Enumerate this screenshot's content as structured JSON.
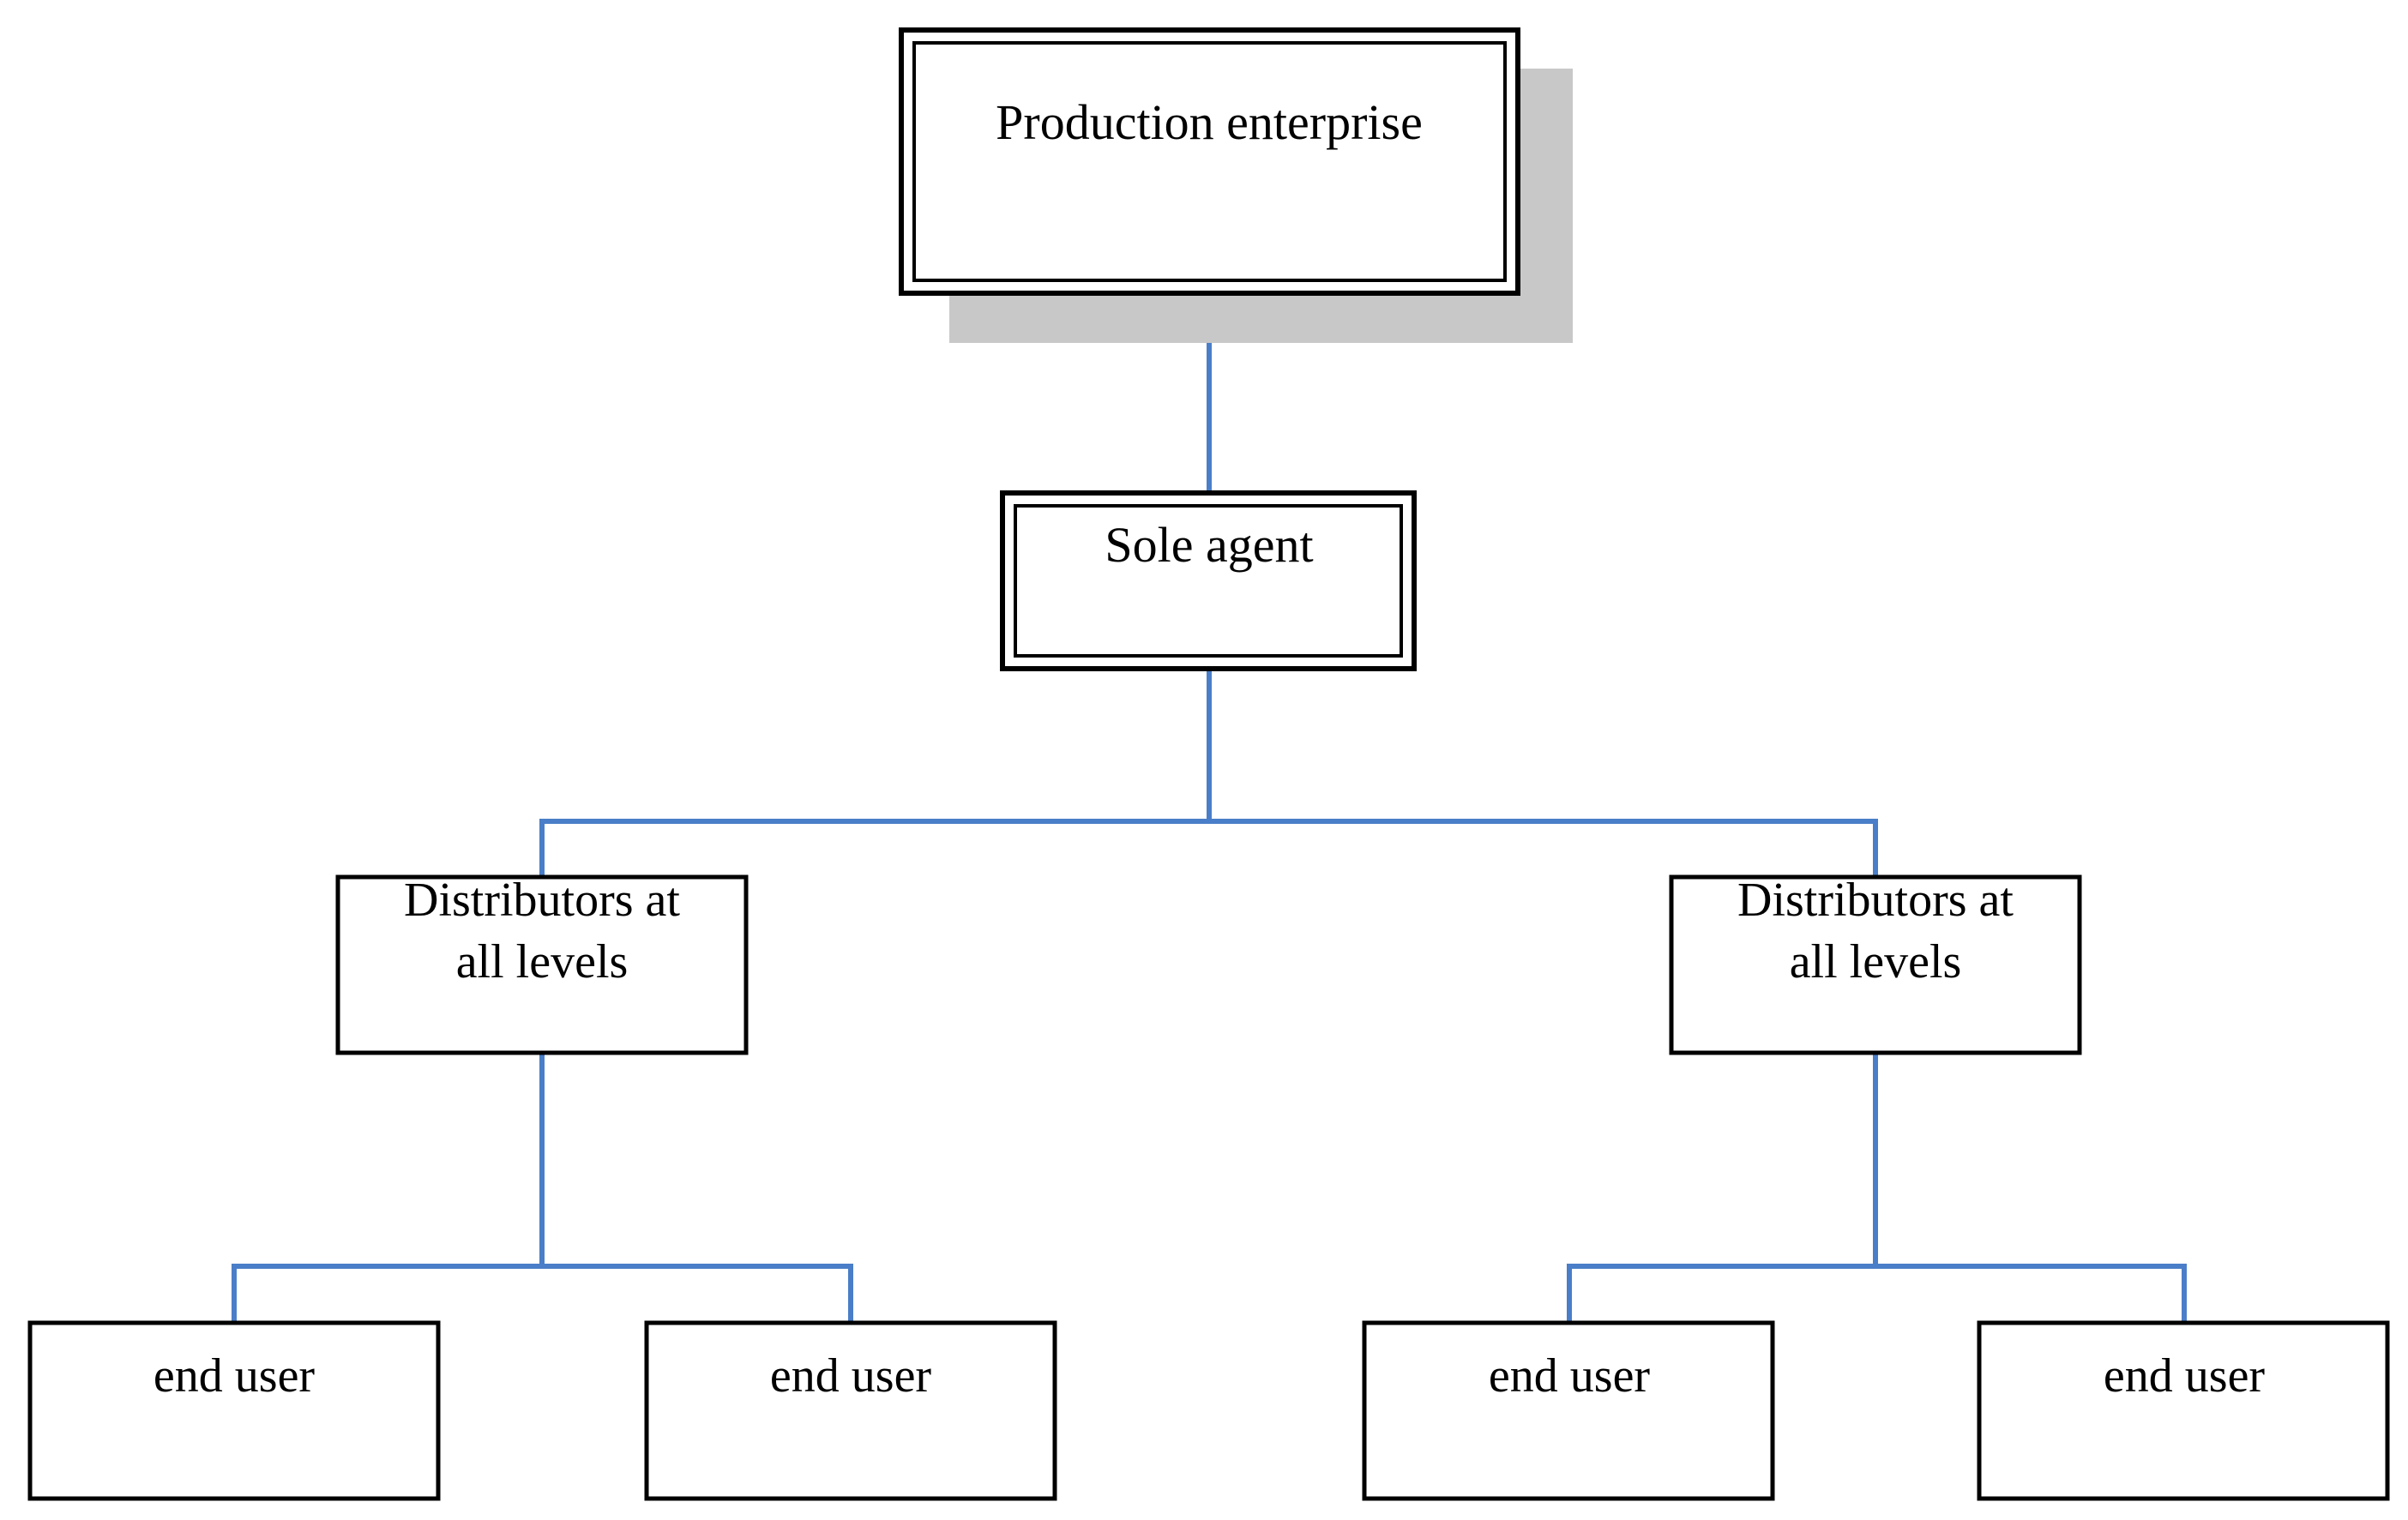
{
  "diagram": {
    "connector_color": "#4a7ec8",
    "shadow_color": "#c8c8c8",
    "root": {
      "label": "Production enterprise"
    },
    "agent": {
      "label": "Sole agent"
    },
    "distributors": [
      {
        "line1": "Distributors at",
        "line2": "all levels"
      },
      {
        "line1": "Distributors at",
        "line2": "all levels"
      }
    ],
    "end_users": [
      {
        "label": "end user"
      },
      {
        "label": "end user"
      },
      {
        "label": "end user"
      },
      {
        "label": "end user"
      }
    ]
  }
}
